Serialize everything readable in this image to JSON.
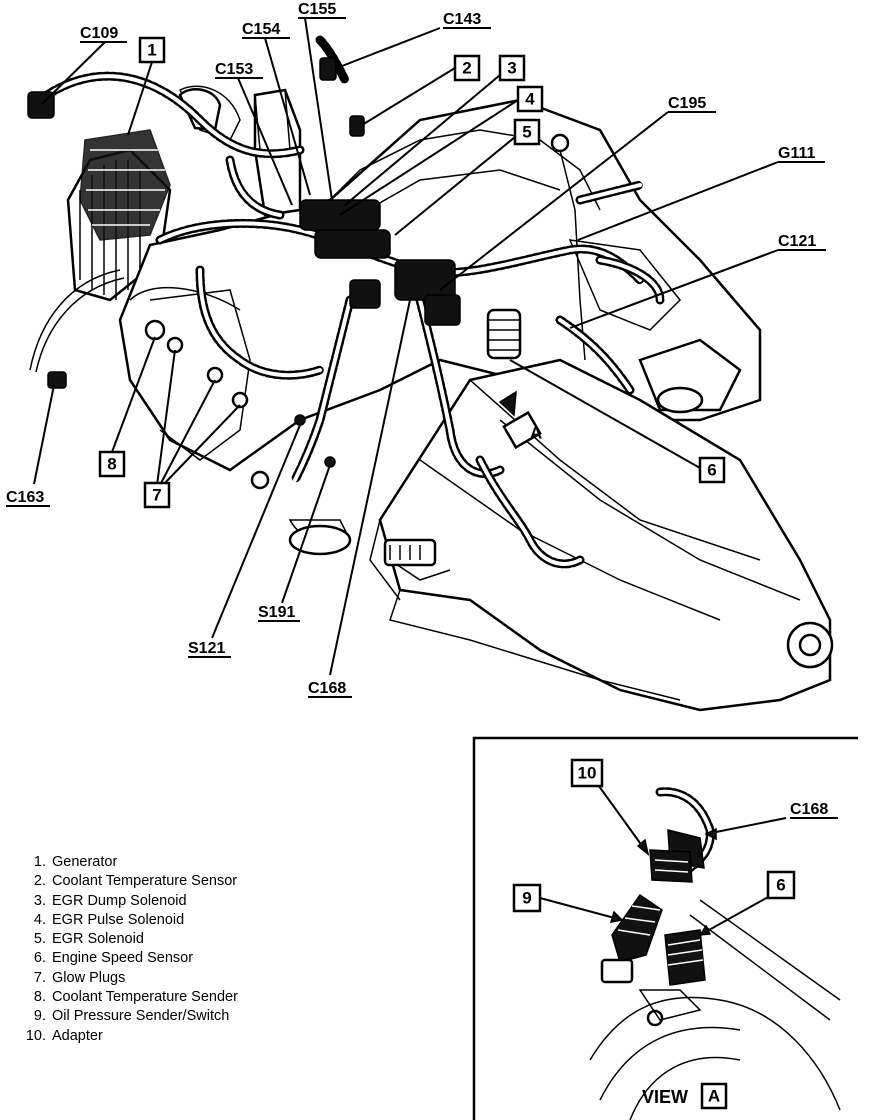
{
  "callouts": {
    "c109": "C109",
    "c154": "C154",
    "c155": "C155",
    "c143": "C143",
    "c153": "C153",
    "c195": "C195",
    "g111": "G111",
    "c121": "C121",
    "c163": "C163",
    "s191": "S191",
    "s121": "S121",
    "c168": "C168",
    "c168_view": "C168",
    "n1": "1",
    "n2": "2",
    "n3": "3",
    "n4": "4",
    "n5": "5",
    "n6": "6",
    "n7": "7",
    "n8": "8",
    "v10": "10",
    "v9": "9",
    "v6": "6"
  },
  "view": {
    "label": "VIEW",
    "letter": "A",
    "arrow_letter": "A"
  },
  "legend": [
    {
      "num": "1.",
      "text": "Generator"
    },
    {
      "num": "2.",
      "text": "Coolant Temperature Sensor"
    },
    {
      "num": "3.",
      "text": "EGR Dump Solenoid"
    },
    {
      "num": "4.",
      "text": "EGR Pulse Solenoid"
    },
    {
      "num": "5.",
      "text": "EGR Solenoid"
    },
    {
      "num": "6.",
      "text": "Engine Speed Sensor"
    },
    {
      "num": "7.",
      "text": "Glow Plugs"
    },
    {
      "num": "8.",
      "text": "Coolant Temperature Sender"
    },
    {
      "num": "9.",
      "text": "Oil Pressure Sender/Switch"
    },
    {
      "num": "10.",
      "text": "Adapter"
    }
  ]
}
